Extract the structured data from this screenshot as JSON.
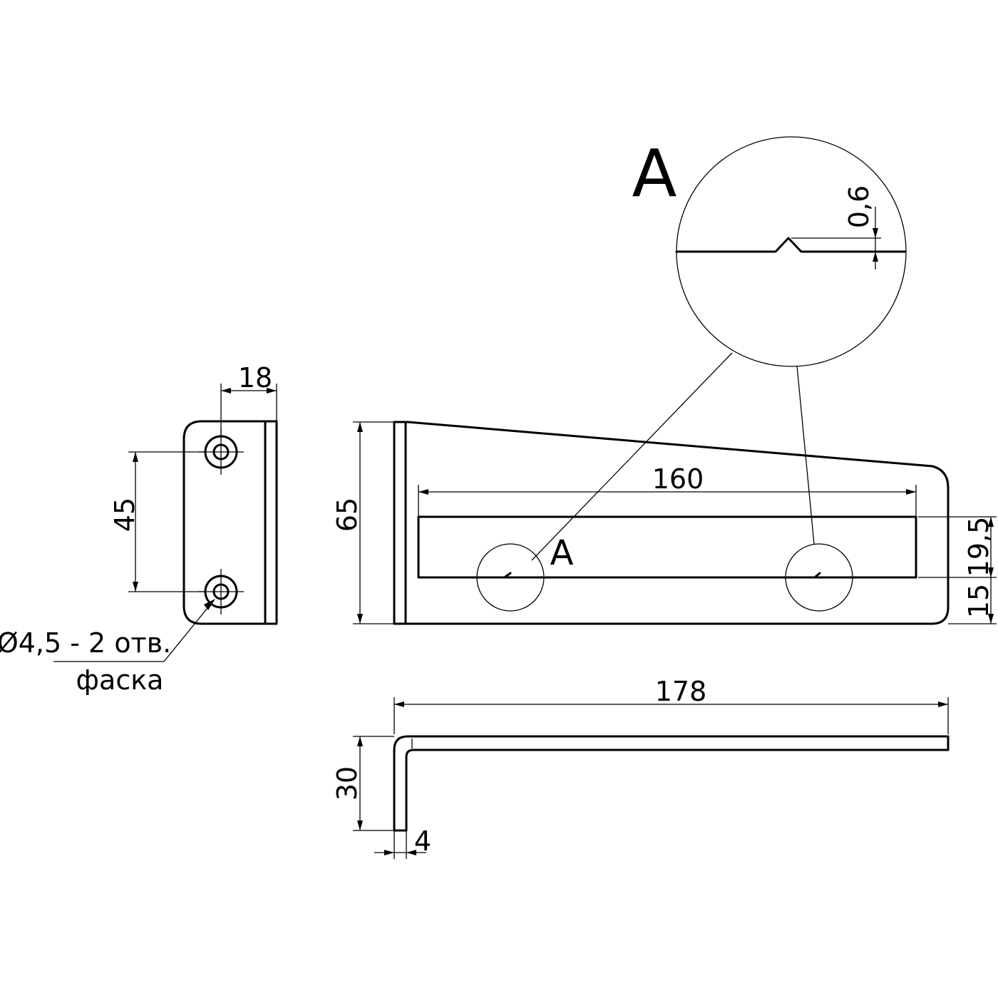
{
  "drawing": {
    "detail_label": "A",
    "callout_label": "A",
    "dimensions": {
      "width_18": "18",
      "spacing_45": "45",
      "height_65": "65",
      "length_160": "160",
      "offset_19_5": "19,5",
      "offset_15": "15",
      "depth_0_6": "0,6",
      "length_178": "178",
      "height_30": "30",
      "thickness_4": "4"
    },
    "hole_note": "Ø4,5 - 2 отв.",
    "chamfer_note": "фаска"
  }
}
